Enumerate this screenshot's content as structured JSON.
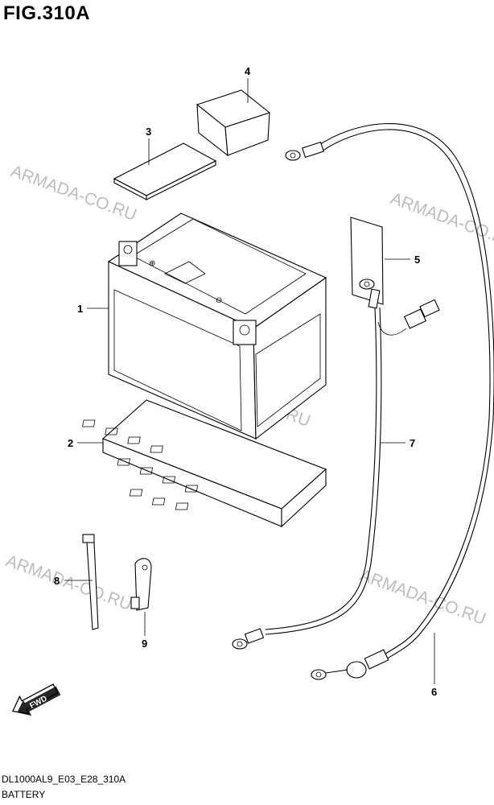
{
  "figure": {
    "title": "FIG.310A",
    "code": "DL1000AL9_E03_E28_310A",
    "caption": "BATTERY"
  },
  "watermark": "ARMADA-CO.RU",
  "fwd_label": "FWD",
  "callouts": [
    "1",
    "2",
    "3",
    "4",
    "5",
    "6",
    "7",
    "8",
    "9"
  ],
  "colors": {
    "line": "#000000",
    "watermark": "#bdbdbd",
    "background": "#ffffff"
  }
}
